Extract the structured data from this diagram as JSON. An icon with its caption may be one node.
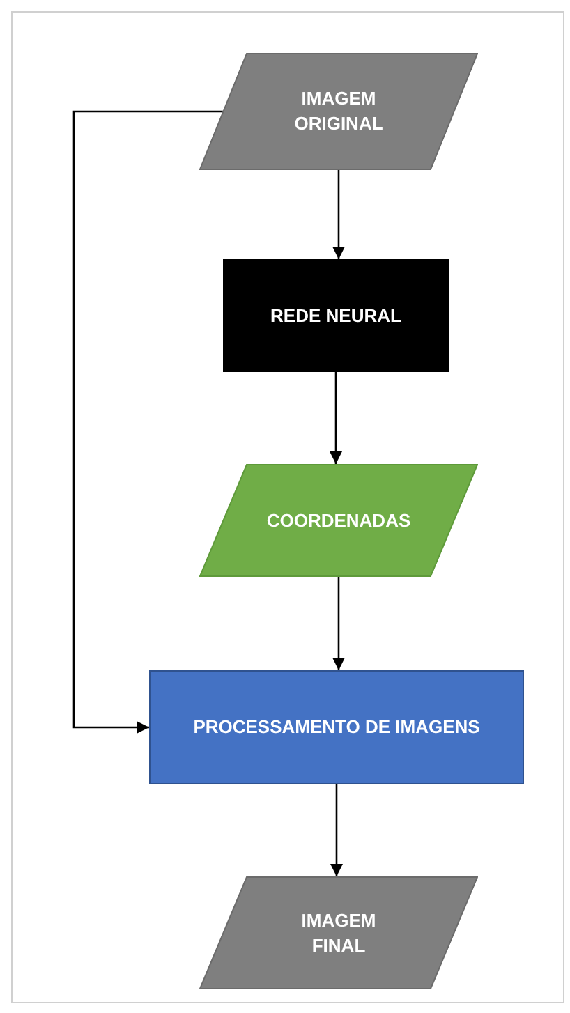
{
  "diagram": {
    "nodes": [
      {
        "text": [
          "IMAGEM ORIGINAL"
        ]
      },
      {
        "text": [
          "REDE NEURAL"
        ]
      },
      {
        "text": [
          "COORDENADAS"
        ]
      },
      {
        "text": [
          "PROCESSAMENTO DE IMAGENS"
        ]
      },
      {
        "text": [
          "IMAGEM FINAL"
        ]
      }
    ],
    "edges": [
      {
        "from": 0,
        "to": 1,
        "arrow": "to"
      },
      {
        "from": 1,
        "to": 2,
        "arrow": "to"
      },
      {
        "from": 2,
        "to": 3,
        "arrow": "to"
      },
      {
        "from": 0,
        "to": 3,
        "arrow": "to"
      },
      {
        "from": 3,
        "to": 4,
        "arrow": "to"
      }
    ]
  }
}
